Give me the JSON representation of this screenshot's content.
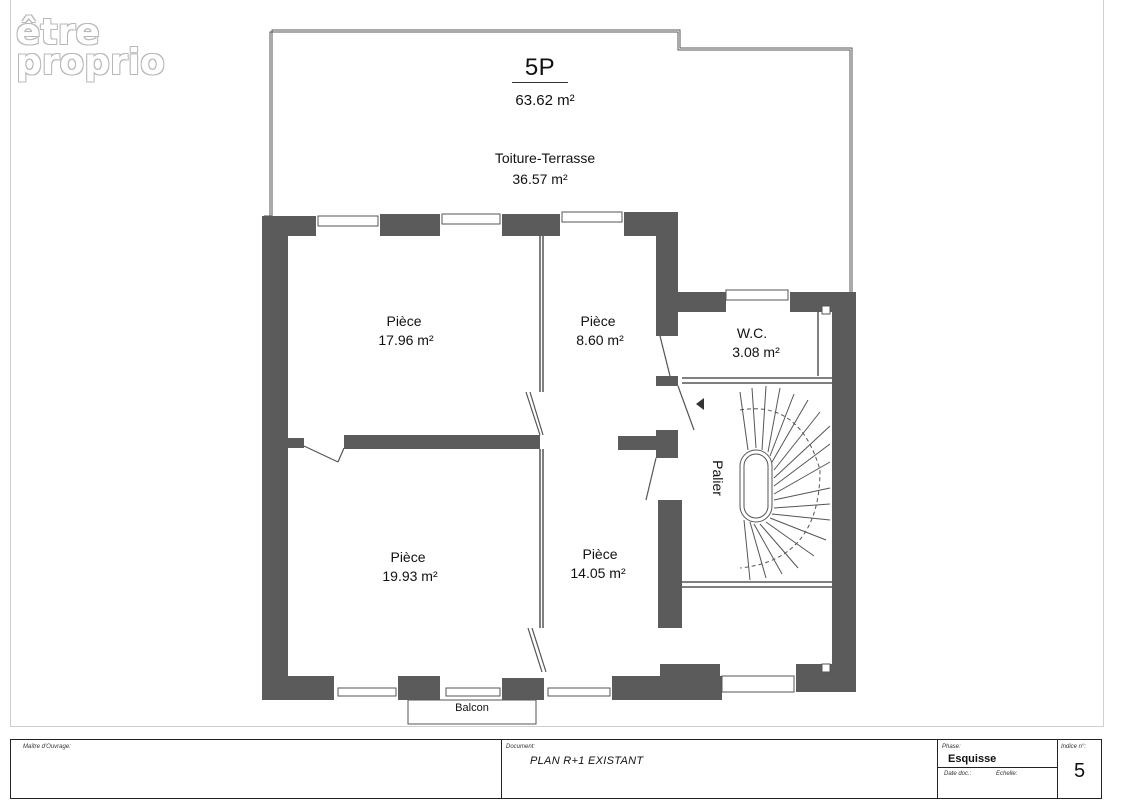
{
  "watermark": {
    "line1": "être",
    "line2": "proprio"
  },
  "plan": {
    "unit_name": "5P",
    "total_area": "63.62 m²",
    "terrace": {
      "label": "Toiture-Terrasse",
      "area": "36.57 m²"
    },
    "rooms": [
      {
        "label": "Pièce",
        "area": "17.96 m²"
      },
      {
        "label": "Pièce",
        "area": "8.60 m²"
      },
      {
        "label": "W.C.",
        "area": "3.08 m²"
      },
      {
        "label": "Pièce",
        "area": "19.93 m²"
      },
      {
        "label": "Pièce",
        "area": "14.05 m²"
      }
    ],
    "landing": "Palier",
    "balcony": "Balcon"
  },
  "title_block": {
    "owner_label": "Maître d'Ouvrage:",
    "document_label": "Document:",
    "document_value": "PLAN R+1 EXISTANT",
    "phase_label": "Phase:",
    "phase_value": "Esquisse",
    "date_label": "Date doc.:",
    "scale_label": "Echelle:",
    "index_label": "Indice n°:",
    "index_value": "5"
  },
  "colors": {
    "wall": "#5b5b5b",
    "line": "#555555"
  }
}
